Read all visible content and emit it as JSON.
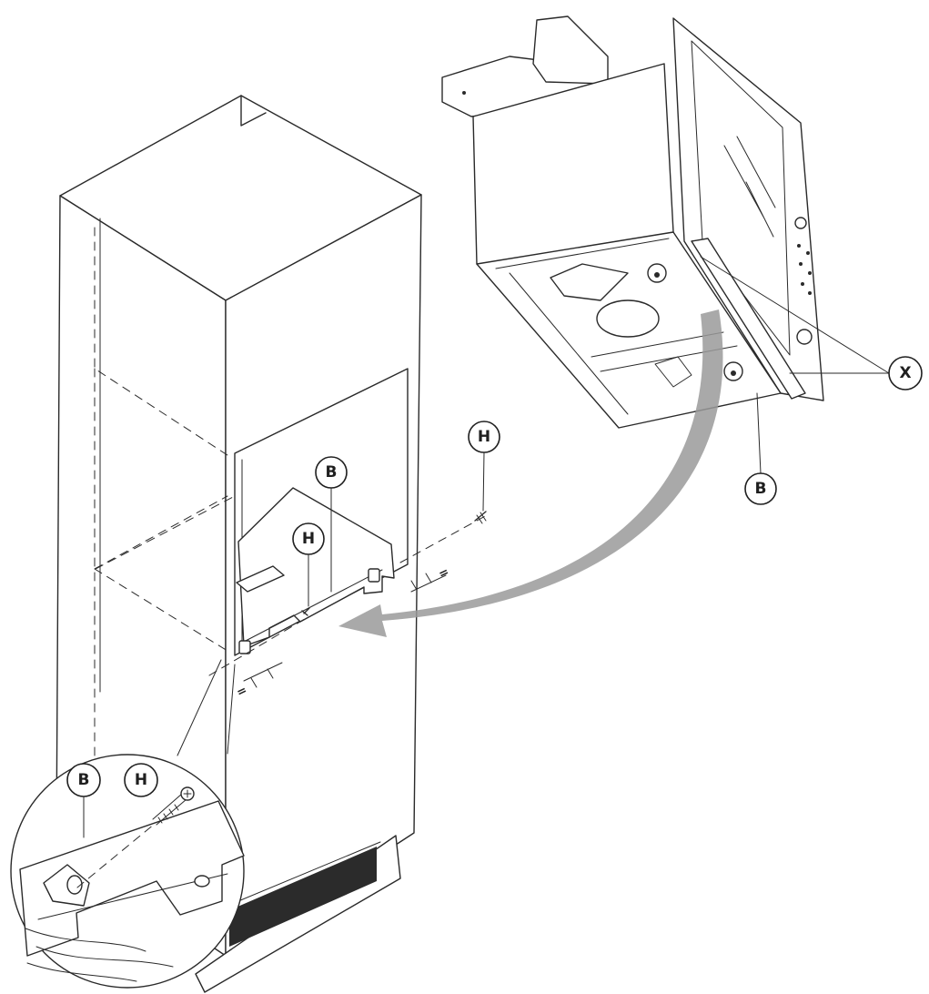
{
  "callouts": {
    "b_main": "B",
    "h_main": "H",
    "h_right": "H",
    "b_right": "B",
    "x_right": "X",
    "b_detail": "B",
    "h_detail": "H"
  },
  "equal_marks": [
    "=",
    "="
  ],
  "colors": {
    "line": "#2a2a2a",
    "arrow": "#9a9a9a",
    "vent": "#2b2b2b",
    "background": "#ffffff"
  },
  "icons": [
    "screw-icon",
    "curved-arrow-icon",
    "bracket-icon"
  ]
}
